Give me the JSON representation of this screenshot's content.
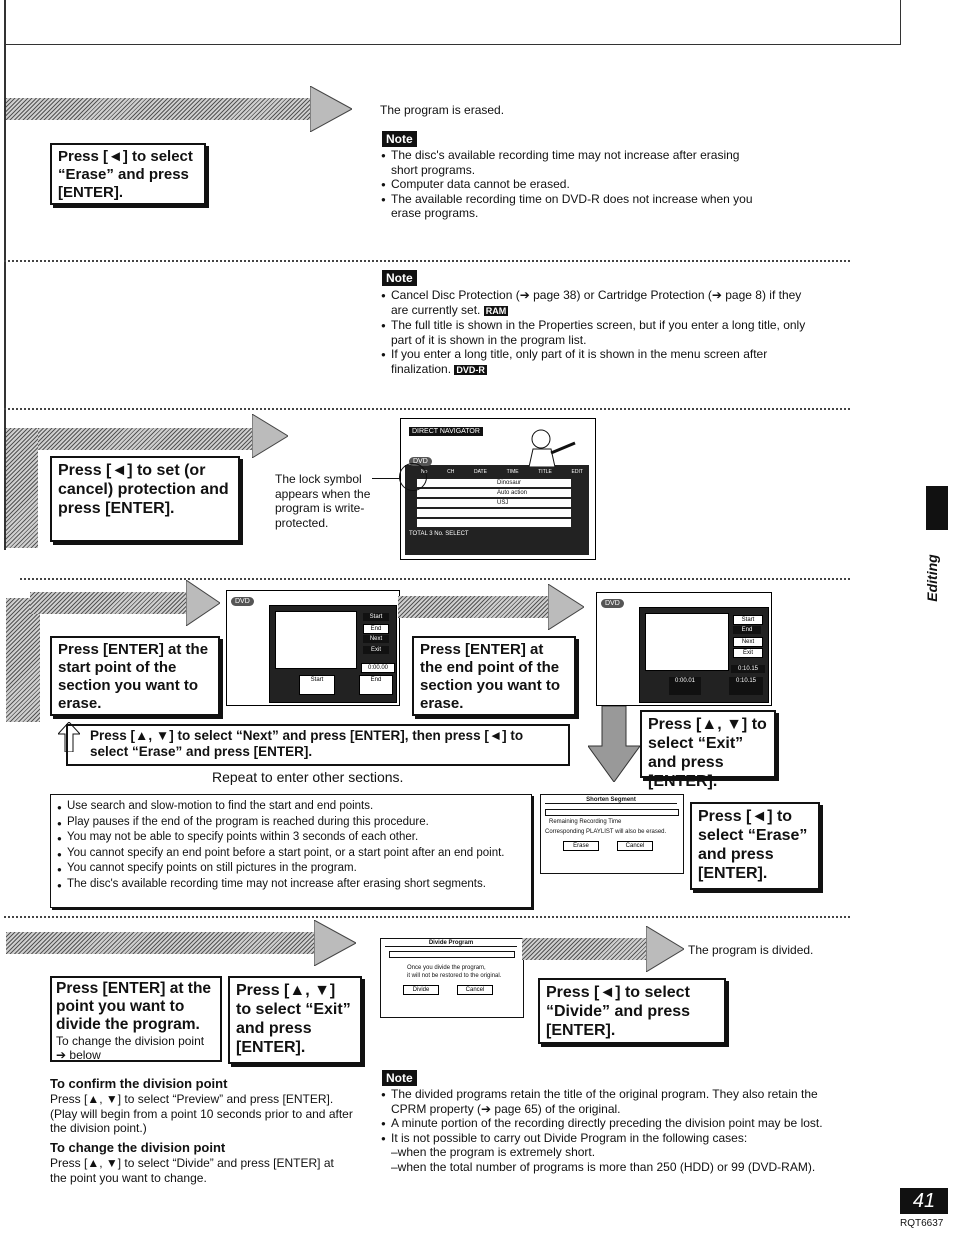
{
  "section1": {
    "step_box": "Press [◄] to select “Erase” and press [ENTER].",
    "result": "The program is erased.",
    "note_label": "Note",
    "notes": [
      "The disc's available recording time may not increase after erasing short programs.",
      "Computer data cannot be erased.",
      "The available recording time on DVD-R does not increase when you erase programs."
    ]
  },
  "section2": {
    "note_label": "Note",
    "notes": [
      {
        "text": "Cancel Disc Protection (➔ page 38) or Cartridge Protection (➔ page 8) if they are currently set.",
        "tag": "RAM"
      },
      {
        "text": "The full title is shown in the Properties screen, but if you enter a long title, only part of it is shown in the program list.",
        "tag": ""
      },
      {
        "text": "If you enter a long title, only part of it is shown in the menu screen after finalization.",
        "tag": "DVD-R"
      }
    ]
  },
  "section3": {
    "step_box": "Press [◄] to set (or cancel) protection and press [ENTER].",
    "lock_caption": "The lock symbol appears when the program is write-protected.",
    "screen": {
      "header": "DIRECT NAVIGATOR",
      "badge": "DVD",
      "cols": [
        "No",
        "CH",
        "DATE",
        "TIME",
        "TITLE",
        "EDIT"
      ],
      "rows": [
        "Dinosaur",
        "Auto action",
        "USJ"
      ],
      "footer": "TOTAL 3   No.   SELECT"
    }
  },
  "section4": {
    "step_start": "Press [ENTER] at the start point of the section you want to erase.",
    "step_end": "Press [ENTER] at the end point of the section you want to erase.",
    "step_next": "Press [▲, ▼] to select “Next” and press [ENTER], then press [◄] to select “Erase” and press [ENTER].",
    "repeat": "Repeat to enter other sections.",
    "step_exit": "Press [▲, ▼] to select “Exit” and press [ENTER].",
    "step_erase": "Press [◄] to select “Erase” and press [ENTER].",
    "screen_badge": "DVD",
    "screen_menu": [
      "Start",
      "End",
      "Next",
      "Exit"
    ],
    "screen1_time": "0:00.00",
    "screen2_times": [
      "0:10.15",
      "0:00.01",
      "0:10.15"
    ],
    "notes": [
      "Use search and slow-motion to find the start and end points.",
      "Play pauses if the end of the program is reached during this procedure.",
      "You may not be able to specify points within 3 seconds of each other.",
      "You cannot specify an end point before a start point, or a start point after an end point.",
      "You cannot specify points on still pictures in the program.",
      "The disc's available recording time may not increase after erasing short segments."
    ],
    "dialog": {
      "title": "Shorten Segment",
      "line1": "Remaining Recording Time",
      "line2": "Corresponding PLAYLIST will also be erased.",
      "btn1": "Erase",
      "btn2": "Cancel"
    }
  },
  "section5": {
    "step1_title": "Press [ENTER] at the point you want to divide the program.",
    "step1_sub": "To change the division point ➔ below",
    "step2": "Press [▲, ▼] to select “Exit” and press [ENTER].",
    "step3": "Press [◄] to select “Divide” and press [ENTER].",
    "result": "The program is divided.",
    "dialog": {
      "title": "Divide Program",
      "line1": "Once you divide the program,",
      "line2": "it will not be restored to the original.",
      "btn1": "Divide",
      "btn2": "Cancel"
    },
    "confirm_head": "To confirm the division point",
    "confirm_body": "Press [▲, ▼] to select “Preview” and press [ENTER]. (Play will begin from a point 10 seconds prior to and after the division point.)",
    "change_head": "To change the division point",
    "change_body": "Press [▲, ▼] to select “Divide” and press [ENTER] at the point you want to change.",
    "note_label": "Note",
    "notes": [
      "The divided programs retain the title of the original program. They also retain the CPRM property (➔ page 65) of the original.",
      "A minute portion of the recording directly preceding the division point may be lost.",
      "It is not possible to carry out Divide Program in the following cases:"
    ],
    "sub_notes": [
      "–when the program is extremely short.",
      "–when the total number of programs is more than 250 (HDD) or 99 (DVD-RAM)."
    ]
  },
  "side_tab": "Editing",
  "page_number": "41",
  "doc_code": "RQT6637"
}
